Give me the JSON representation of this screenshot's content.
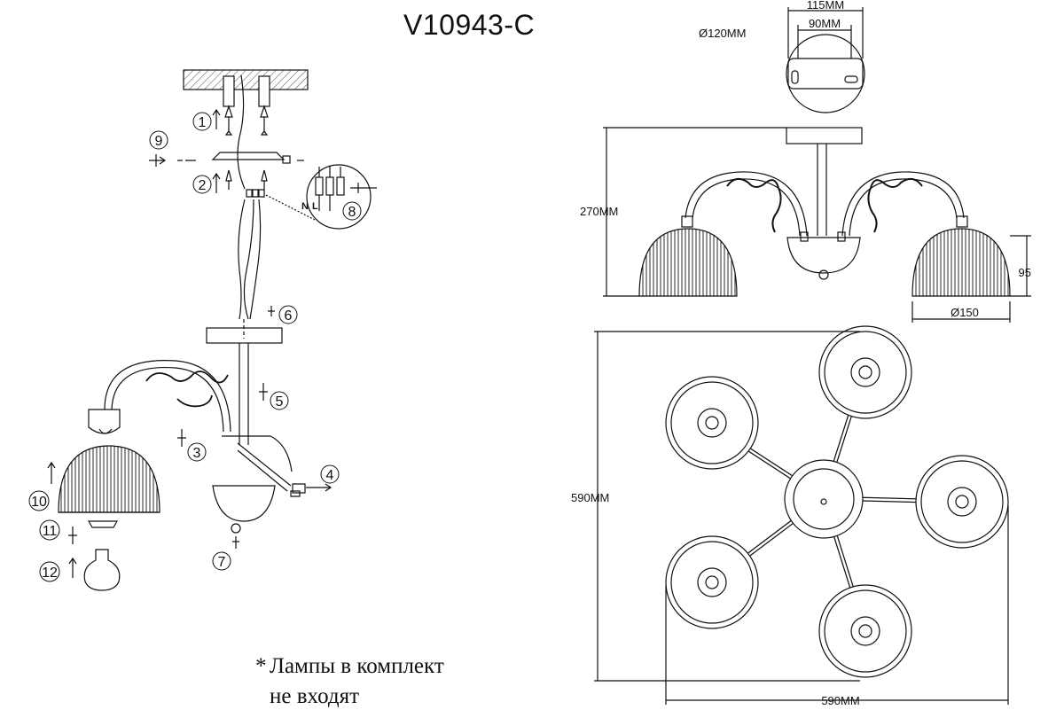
{
  "sheet": {
    "model": "V10943-C",
    "note_star": "*",
    "note_line1": "Лампы в комплект",
    "note_line2": "не входят"
  },
  "canopy_view": {
    "dim_outer": "115MM",
    "dim_inner": "90MM",
    "dim_diameter": "Ø120MM"
  },
  "side_view": {
    "dim_height": "270MM",
    "dim_shade_height": "95",
    "dim_shade_diameter": "Ø150"
  },
  "top_view": {
    "dim_depth": "590MM",
    "dim_width": "590MM"
  },
  "assembly": {
    "steps": [
      "1",
      "2",
      "3",
      "4",
      "5",
      "6",
      "7",
      "8",
      "9",
      "10",
      "11",
      "12"
    ],
    "wire_n": "N",
    "wire_l": "L"
  }
}
